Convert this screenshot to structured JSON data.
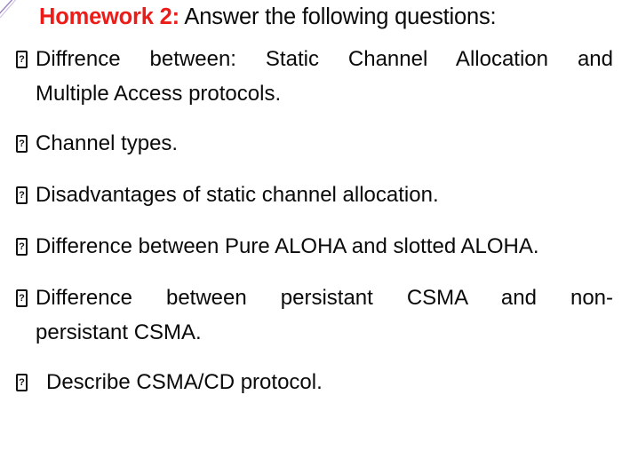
{
  "document": {
    "background_color": "#ffffff",
    "text_color": "#0a0a0a",
    "accent_color": "#ec1c18",
    "bullet_glyph": "?"
  },
  "header": {
    "label": "Homework 2:",
    "prompt": " Answer the following questions:"
  },
  "questions": [
    {
      "id": "q1",
      "bullet": "?",
      "line1": "Diffrence between: Static Channel Allocation and",
      "line2": "Multiple Access protocols.",
      "full_text": "Diffrence between: Static Channel Allocation and Multiple Access protocols."
    },
    {
      "id": "q2",
      "bullet": "?",
      "line1": "Channel types.",
      "full_text": "Channel types."
    },
    {
      "id": "q3",
      "bullet": "?",
      "line1": "Disadvantages of static channel allocation.",
      "full_text": "Disadvantages of static channel allocation."
    },
    {
      "id": "q4",
      "bullet": "?",
      "line1": "Difference between Pure ALOHA and slotted ALOHA.",
      "full_text": "Difference between Pure ALOHA and slotted ALOHA."
    },
    {
      "id": "q5",
      "bullet": "?",
      "line1": "Difference between persistant CSMA and non-",
      "line2": "persistant CSMA.",
      "full_text": "Difference between persistant CSMA and non-persistant CSMA."
    },
    {
      "id": "q6",
      "bullet": "?",
      "line1": "Describe CSMA/CD protocol.",
      "full_text": "Describe CSMA/CD protocol."
    }
  ]
}
